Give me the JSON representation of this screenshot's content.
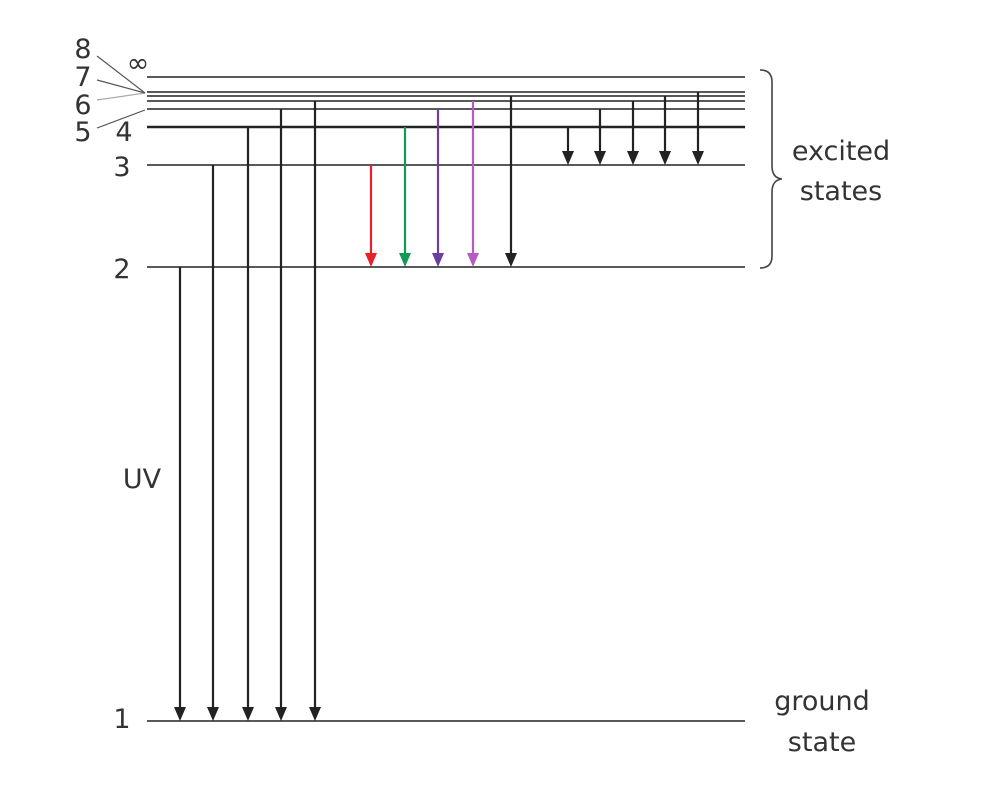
{
  "diagram": {
    "levels": [
      {
        "n": 1,
        "label": "1"
      },
      {
        "n": 2,
        "label": "2"
      },
      {
        "n": 3,
        "label": "3"
      },
      {
        "n": 4,
        "label": "4"
      },
      {
        "n": 5,
        "label": "5"
      },
      {
        "n": 6,
        "label": "6"
      },
      {
        "n": 7,
        "label": "7"
      },
      {
        "n": 8,
        "label": "8"
      },
      {
        "n": "inf",
        "label": "∞"
      }
    ],
    "transitions": [
      {
        "from": 2,
        "to": 1,
        "color": "#222222"
      },
      {
        "from": 3,
        "to": 1,
        "color": "#222222"
      },
      {
        "from": 4,
        "to": 1,
        "color": "#222222"
      },
      {
        "from": 5,
        "to": 1,
        "color": "#222222"
      },
      {
        "from": 6,
        "to": 1,
        "color": "#222222"
      },
      {
        "from": 3,
        "to": 2,
        "color": "#e8202a"
      },
      {
        "from": 4,
        "to": 2,
        "color": "#119a55"
      },
      {
        "from": 5,
        "to": 2,
        "color": "#6a3fa0"
      },
      {
        "from": 6,
        "to": 2,
        "color": "#b45cc2"
      },
      {
        "from": 7,
        "to": 2,
        "color": "#222222"
      },
      {
        "from": 4,
        "to": 3,
        "color": "#222222"
      },
      {
        "from": 5,
        "to": 3,
        "color": "#222222"
      },
      {
        "from": 6,
        "to": 3,
        "color": "#222222"
      },
      {
        "from": 7,
        "to": 3,
        "color": "#222222"
      },
      {
        "from": 8,
        "to": 3,
        "color": "#222222"
      }
    ],
    "uv_label": "UV",
    "excited_line1": "excited",
    "excited_line2": "states",
    "ground_line1": "ground",
    "ground_line2": "state"
  }
}
